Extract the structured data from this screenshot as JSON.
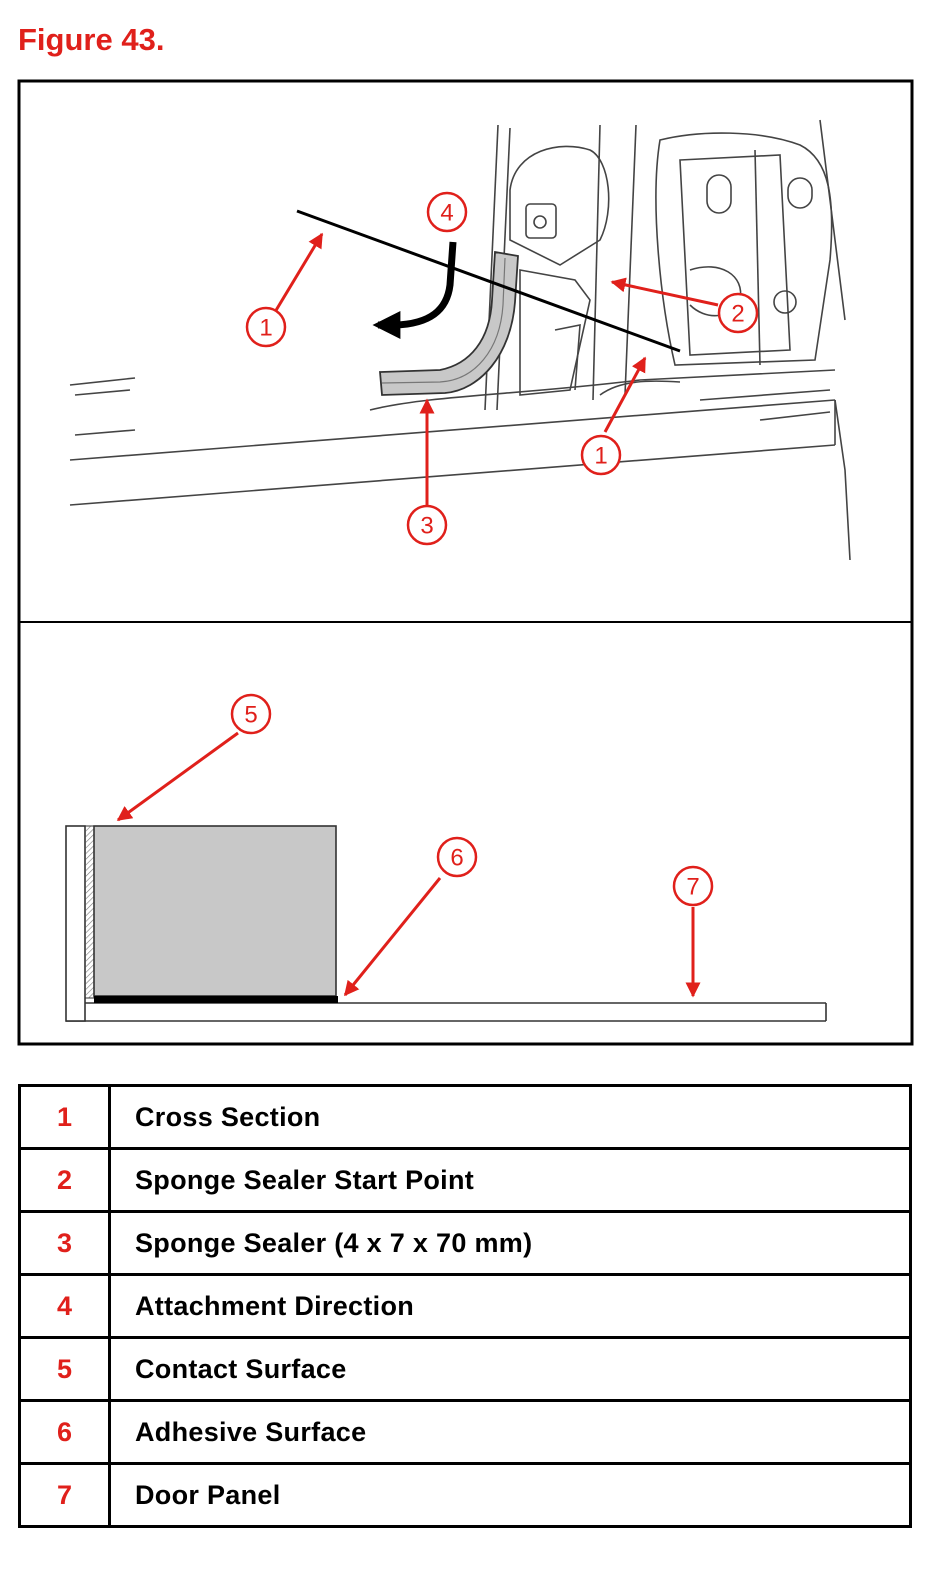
{
  "figure": {
    "title": "Figure 43.",
    "callouts": [
      "1",
      "2",
      "3",
      "4",
      "5",
      "6",
      "7"
    ]
  },
  "legend": [
    {
      "number": "1",
      "label": "Cross Section"
    },
    {
      "number": "2",
      "label": "Sponge Sealer Start Point"
    },
    {
      "number": "3",
      "label": "Sponge Sealer (4 x 7 x 70 mm)"
    },
    {
      "number": "4",
      "label": "Attachment Direction"
    },
    {
      "number": "5",
      "label": "Contact Surface"
    },
    {
      "number": "6",
      "label": "Adhesive Surface"
    },
    {
      "number": "7",
      "label": "Door Panel"
    }
  ],
  "colors": {
    "callout_red": "#e0201b",
    "sealer_gray": "#c8c8c8"
  }
}
